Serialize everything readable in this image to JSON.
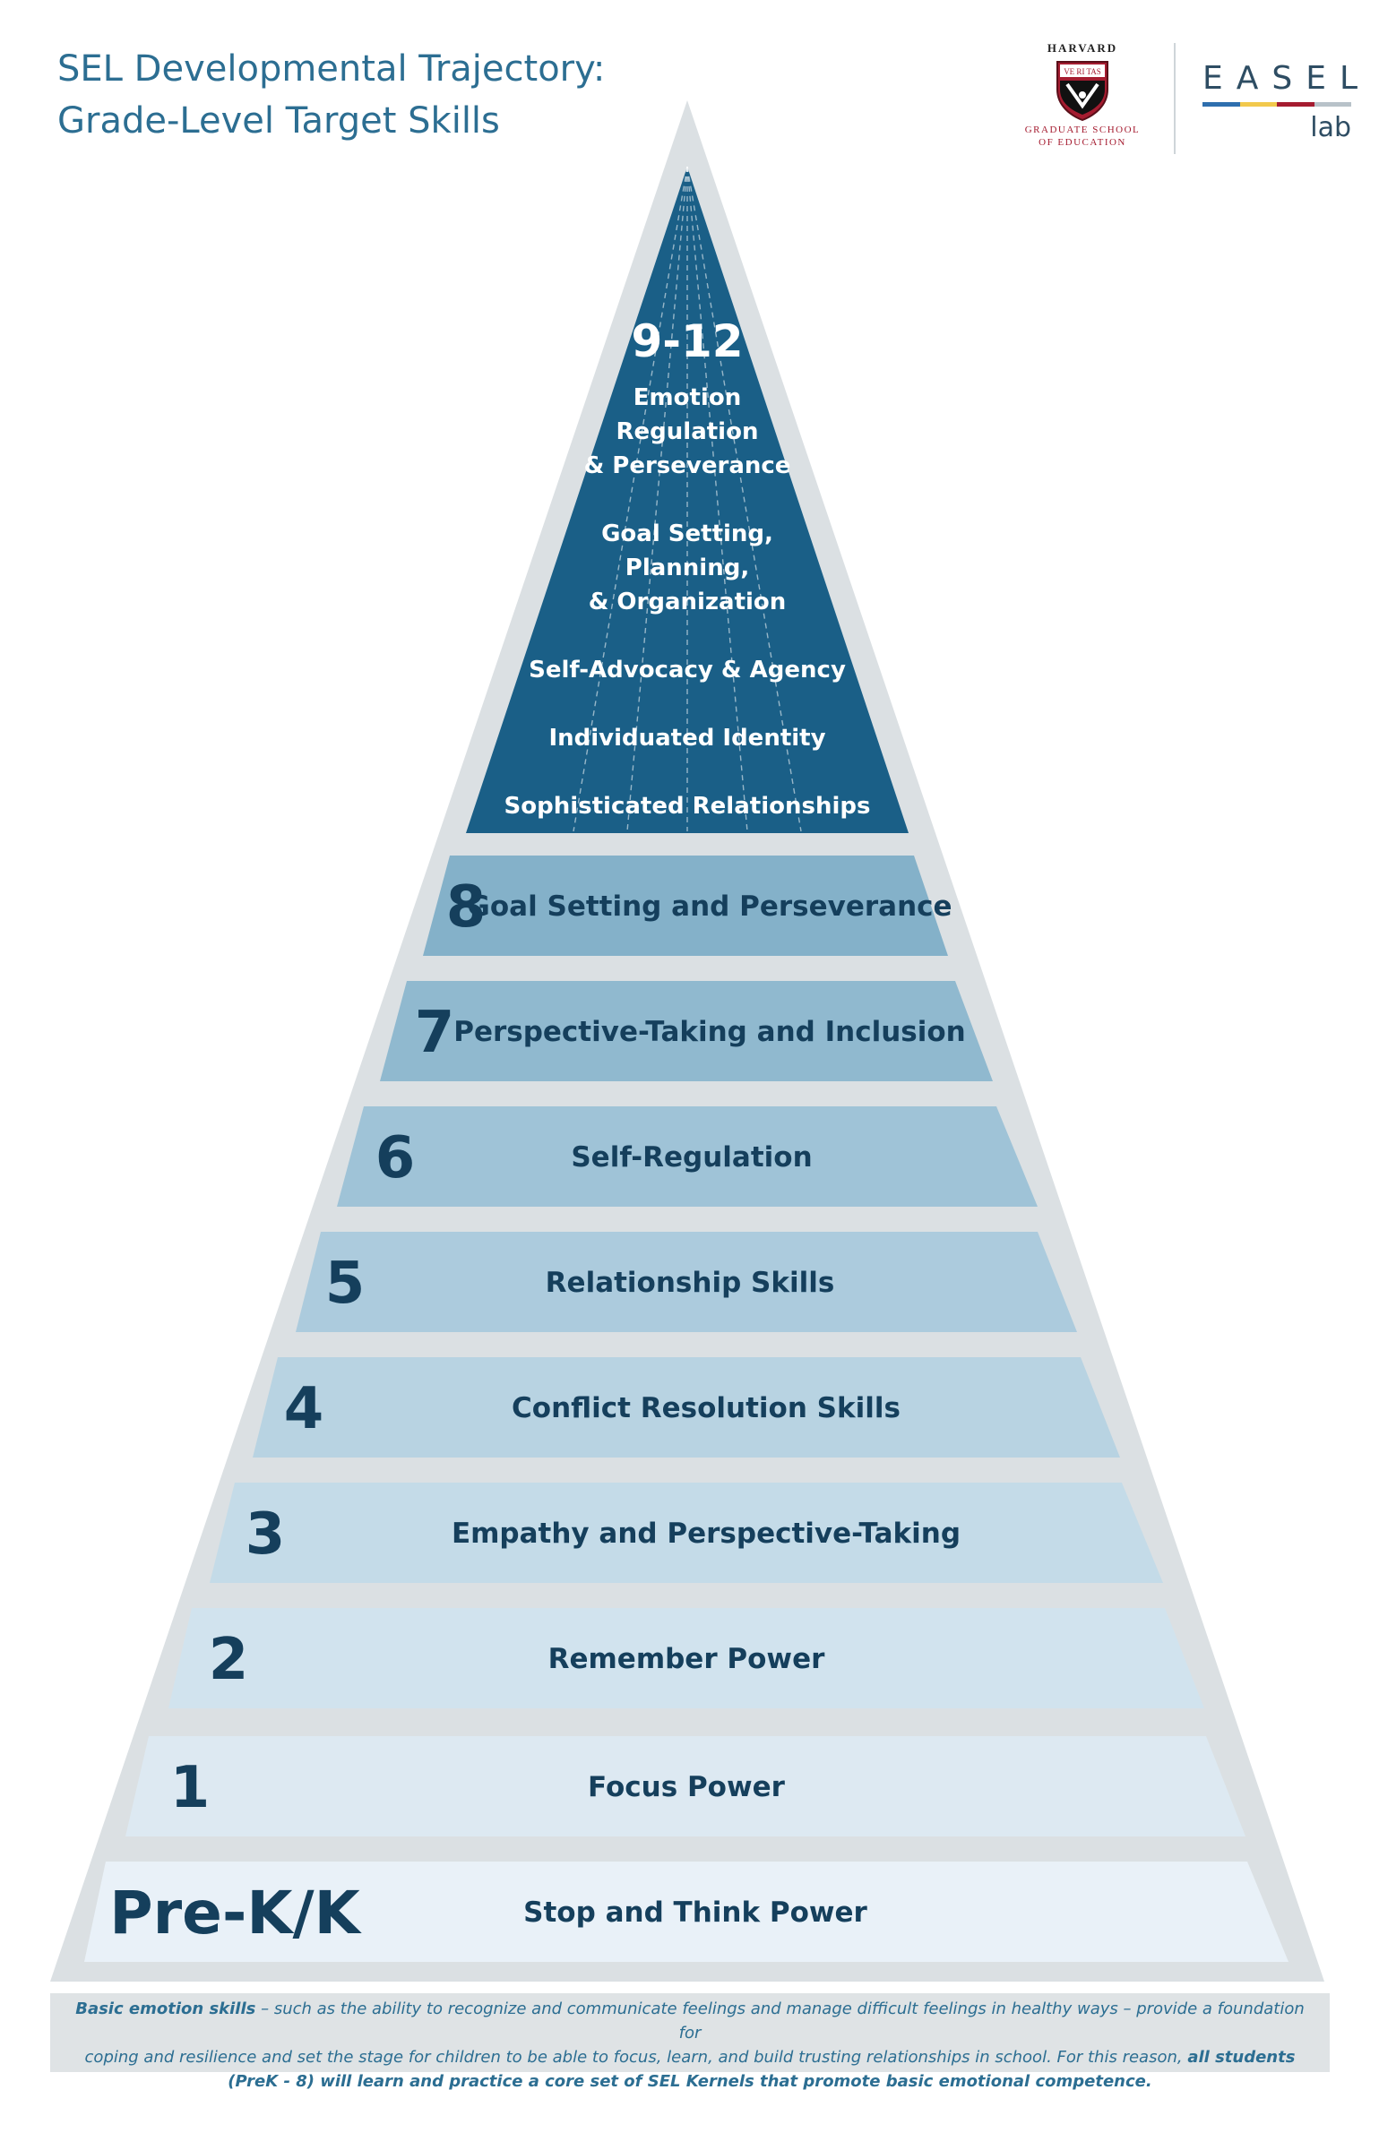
{
  "header": {
    "title_line1": "SEL Developmental Trajectory:",
    "title_line2": "Grade-Level Target Skills"
  },
  "logos": {
    "harvard_word": "HARVARD",
    "harvard_shield_text": "VE RI TAS",
    "harvard_sub1": "GRADUATE SCHOOL",
    "harvard_sub2": "OF EDUCATION",
    "easel_word": "EASEL",
    "easel_lab": "lab",
    "easel_bar_colors": [
      "#2e6fae",
      "#f2c94c",
      "#a51c30",
      "#b8c2c9"
    ]
  },
  "pyramid": {
    "apex": {
      "grade": "9-12",
      "skills": [
        "Emotion",
        "Regulation",
        "& Perseverance",
        "Goal Setting,",
        "Planning,",
        "& Organization",
        "Self-Advocacy & Agency",
        "Individuated Identity",
        "Sophisticated Relationships"
      ],
      "color": "#1a5f87"
    },
    "tiers": [
      {
        "grade": "8",
        "skill": "Goal Setting and Perseverance",
        "color": "#84b1c9"
      },
      {
        "grade": "7",
        "skill": "Perspective-Taking and Inclusion",
        "color": "#90b9cf"
      },
      {
        "grade": "6",
        "skill": "Self-Regulation",
        "color": "#9fc3d7"
      },
      {
        "grade": "5",
        "skill": "Relationship Skills",
        "color": "#accbdd"
      },
      {
        "grade": "4",
        "skill": "Conflict Resolution Skills",
        "color": "#b8d3e2"
      },
      {
        "grade": "3",
        "skill": "Empathy and Perspective-Taking",
        "color": "#c4dbe8"
      },
      {
        "grade": "2",
        "skill": "Remember Power",
        "color": "#d1e3ee"
      },
      {
        "grade": "1",
        "skill": "Focus Power",
        "color": "#dde9f2"
      },
      {
        "grade": "Pre-K/K",
        "skill": "Stop and Think Power",
        "color": "#e9f1f8"
      }
    ],
    "outline_color": "#dbe0e3",
    "label_color": "#153f5c"
  },
  "footnote": {
    "lead": "Basic emotion skills",
    "line1_rest": " – such as the ability to recognize and communicate feelings and manage difficult feelings in healthy ways – provide a foundation for",
    "line2_start": "coping and resilience and set the stage for children to be able to focus, learn, and build trusting relationships in school. For this reason, ",
    "line2_bold": "all students",
    "line3_bold": "(PreK - 8) will learn and practice a core set of SEL Kernels that promote basic emotional competence."
  }
}
